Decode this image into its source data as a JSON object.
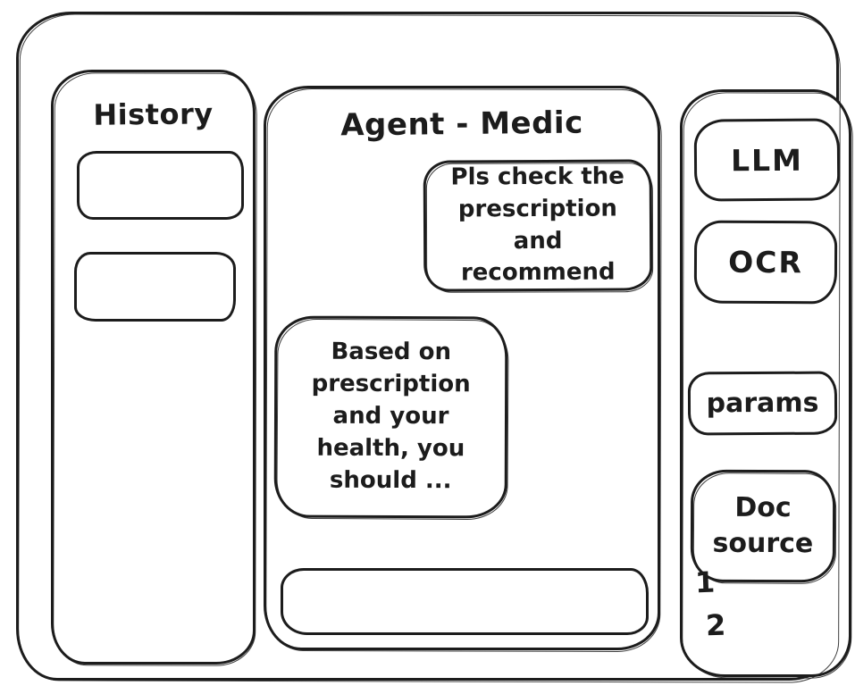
{
  "history": {
    "title": "History",
    "items": [
      "",
      ""
    ]
  },
  "chat": {
    "title": "Agent - Medic",
    "messages": [
      {
        "role": "user",
        "text": "Pls check the prescription and recommend"
      },
      {
        "role": "agent",
        "text": "Based on prescription and your health, you should ..."
      }
    ],
    "input": {
      "value": ""
    }
  },
  "tools": {
    "buttons": [
      {
        "label": "LLM"
      },
      {
        "label": "OCR"
      },
      {
        "label": "params"
      },
      {
        "label": "Doc source"
      }
    ],
    "list_markers": [
      "1",
      "2"
    ]
  },
  "colors": {
    "stroke": "#1c1c1c",
    "background": "#ffffff"
  }
}
